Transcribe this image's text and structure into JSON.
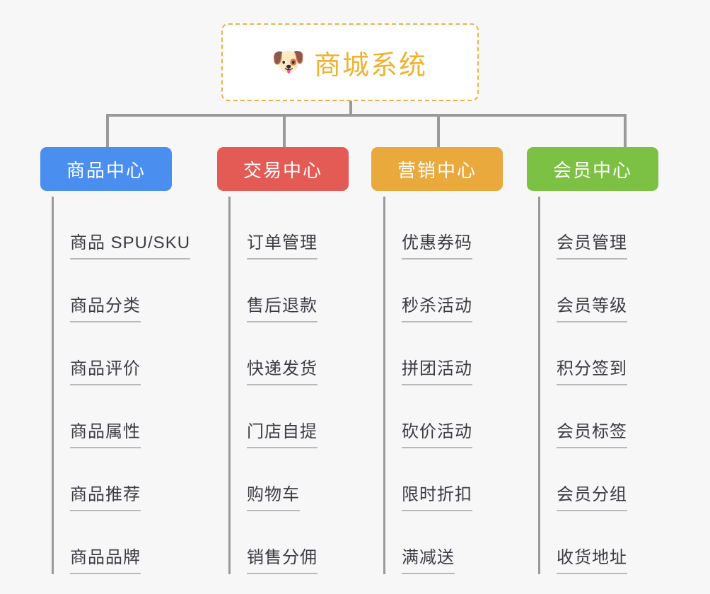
{
  "root": {
    "icon": "dog-face-icon",
    "icon_glyph": "🐶",
    "title": "商城系统",
    "title_color": "#efb233",
    "border_color": "#eeb04a"
  },
  "categories": [
    {
      "label": "商品中心",
      "color": "#4a8ef0",
      "items": [
        "商品 SPU/SKU",
        "商品分类",
        "商品评价",
        "商品属性",
        "商品推荐",
        "商品品牌"
      ]
    },
    {
      "label": "交易中心",
      "color": "#e45b55",
      "items": [
        "订单管理",
        "售后退款",
        "快递发货",
        "门店自提",
        "购物车",
        "销售分佣"
      ]
    },
    {
      "label": "营销中心",
      "color": "#e9a93c",
      "items": [
        "优惠券码",
        "秒杀活动",
        "拼团活动",
        "砍价活动",
        "限时折扣",
        "满减送"
      ]
    },
    {
      "label": "会员中心",
      "color": "#7cc143",
      "items": [
        "会员管理",
        "会员等级",
        "积分签到",
        "会员标签",
        "会员分组",
        "收货地址"
      ]
    }
  ],
  "connector_color": "#9a9a9a",
  "background_color": "#f7f7f8"
}
